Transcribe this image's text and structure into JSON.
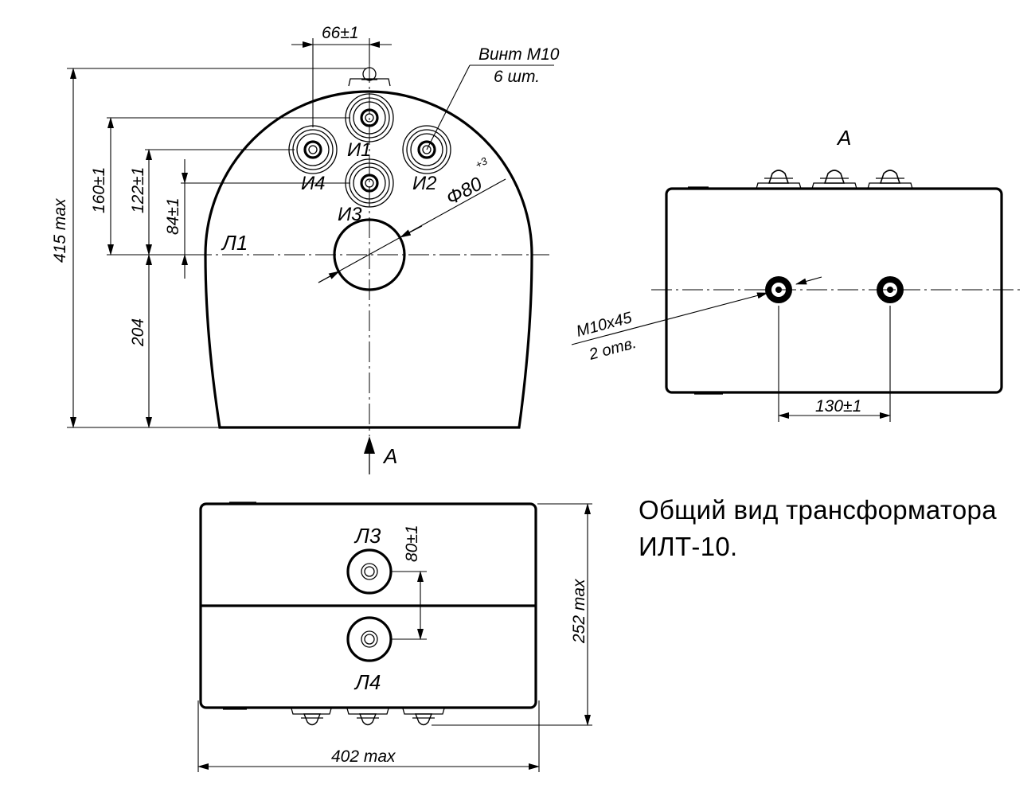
{
  "caption": {
    "line1": "Общий вид трансформатора",
    "line2": "ИЛТ-10."
  },
  "front_view": {
    "dim_top": "66±1",
    "dim_height_total": "415 max",
    "dim_160": "160±1",
    "dim_122": "122±1",
    "dim_84": "84±1",
    "dim_204": "204",
    "diameter": "Φ80",
    "diameter_tol": "+3",
    "screw_label_1": "Винт М10",
    "screw_label_2": "6 шт.",
    "terminal_i1": "И1",
    "terminal_i2": "И2",
    "terminal_i3": "И3",
    "terminal_i4": "И4",
    "line_l1": "Л1",
    "view_arrow": "А"
  },
  "side_view": {
    "title": "А",
    "hole_label_1": "М10x45",
    "hole_label_2": "2 отв.",
    "dim_130": "130±1"
  },
  "bottom_view": {
    "line_l3": "Л3",
    "line_l4": "Л4",
    "dim_80": "80±1",
    "dim_252": "252 max",
    "dim_402": "402 max"
  }
}
